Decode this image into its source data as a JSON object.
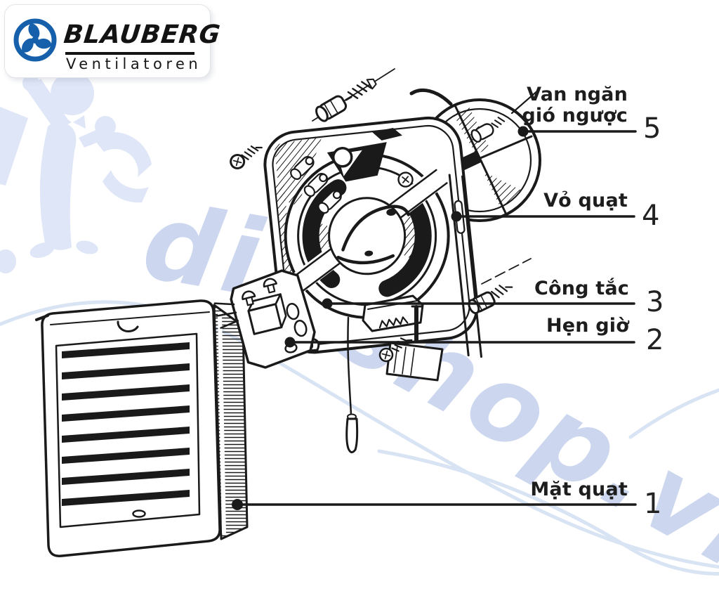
{
  "page": {
    "background": "#ffffff",
    "ink": "#1a1a1a"
  },
  "logo": {
    "brand": "BLAUBERG",
    "subtitle": "Ventilatoren",
    "icon": "fan-blades-icon",
    "icon_color": "#1660ab",
    "text_color": "#131313"
  },
  "watermark": {
    "mascot": "repairman-with-wrench",
    "fragment_left": "di",
    "fragment_right": "shop.vn",
    "text_color": "#ccd7ef",
    "swoosh_color": "#d8e3f3",
    "mascot_color": "#dfe6f7"
  },
  "diagram": {
    "subject": "exploded-view-of-bathroom-exhaust-fan",
    "parts": [
      {
        "number": "1",
        "label": "Mặt quạt"
      },
      {
        "number": "2",
        "label": "Hẹn giờ"
      },
      {
        "number": "3",
        "label": "Công tắc"
      },
      {
        "number": "4",
        "label": "Vỏ quạt"
      },
      {
        "number": "5",
        "label": "Van ngăn gió ngược",
        "label_lines": [
          "Van ngăn",
          "gió ngược"
        ]
      }
    ]
  }
}
